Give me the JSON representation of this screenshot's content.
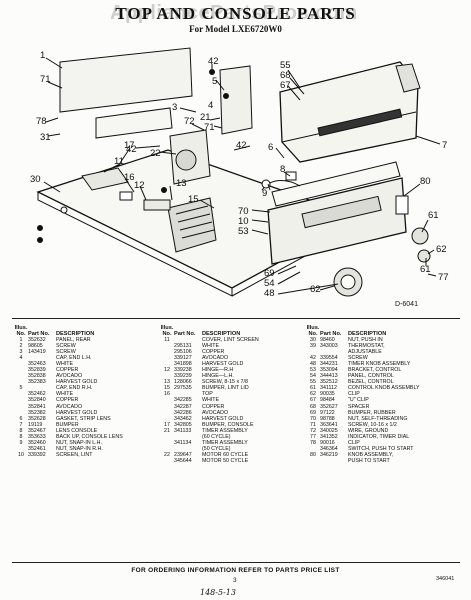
{
  "header": {
    "title": "TOP AND CONSOLE PARTS",
    "subtitle": "For Model LXE6720W0",
    "watermark": "AppliancePartsPros.com"
  },
  "diagram": {
    "code": "D-6041",
    "callouts": [
      {
        "label": "1"
      },
      {
        "label": "71"
      },
      {
        "label": "78"
      },
      {
        "label": "31"
      },
      {
        "label": "42"
      },
      {
        "label": "5"
      },
      {
        "label": "3"
      },
      {
        "label": "72"
      },
      {
        "label": "21"
      },
      {
        "label": "71"
      },
      {
        "label": "4"
      },
      {
        "label": "55"
      },
      {
        "label": "68"
      },
      {
        "label": "67"
      },
      {
        "label": "17"
      },
      {
        "label": "11"
      },
      {
        "label": "42"
      },
      {
        "label": "22"
      },
      {
        "label": "42"
      },
      {
        "label": "7"
      },
      {
        "label": "6"
      },
      {
        "label": "8"
      },
      {
        "label": "9"
      },
      {
        "label": "30"
      },
      {
        "label": "16"
      },
      {
        "label": "12"
      },
      {
        "label": "13"
      },
      {
        "label": "15"
      },
      {
        "label": "70"
      },
      {
        "label": "10"
      },
      {
        "label": "53"
      },
      {
        "label": "80"
      },
      {
        "label": "61"
      },
      {
        "label": "62"
      },
      {
        "label": "61"
      },
      {
        "label": "77"
      },
      {
        "label": "69"
      },
      {
        "label": "54"
      },
      {
        "label": "48"
      },
      {
        "label": "62"
      }
    ]
  },
  "parts_table": {
    "headers": {
      "ill": "Illus. No.",
      "part": "Part No.",
      "desc": "DESCRIPTION"
    },
    "columns": [
      [
        {
          "ill": "1",
          "part": "352632",
          "desc": "PANEL, REAR"
        },
        {
          "ill": "2",
          "part": "98605",
          "desc": "SCREW"
        },
        {
          "ill": "3",
          "part": "143419",
          "desc": "SCREW"
        },
        {
          "ill": "4",
          "part": "",
          "desc": "CAP, END L.H."
        },
        {
          "ill": "",
          "part": "352463",
          "desc": "WHITE"
        },
        {
          "ill": "",
          "part": "352839",
          "desc": "COPPER"
        },
        {
          "ill": "",
          "part": "352838",
          "desc": "AVOCADO"
        },
        {
          "ill": "",
          "part": "352383",
          "desc": "HARVEST GOLD"
        },
        {
          "ill": "5",
          "part": "",
          "desc": "CAP, END R.H."
        },
        {
          "ill": "",
          "part": "352462",
          "desc": "WHITE"
        },
        {
          "ill": "",
          "part": "352840",
          "desc": "COPPER"
        },
        {
          "ill": "",
          "part": "352841",
          "desc": "AVOCADO"
        },
        {
          "ill": "",
          "part": "352382",
          "desc": "HARVEST GOLD"
        },
        {
          "ill": "6",
          "part": "352628",
          "desc": "GASKET, STRIP LENS"
        },
        {
          "ill": "7",
          "part": "19119",
          "desc": "BUMPER"
        },
        {
          "ill": "8",
          "part": "352467",
          "desc": "LENS CONSOLE"
        },
        {
          "ill": "8",
          "part": "353633",
          "desc": "BACK UP, CONSOLE LENS"
        },
        {
          "ill": "9",
          "part": "352460",
          "desc": "NUT, SNAP-IN L.H."
        },
        {
          "ill": "",
          "part": "352461",
          "desc": "NUT, SNAP-IN R.H."
        },
        {
          "ill": "10",
          "part": "339392",
          "desc": "SCREEN, LINT"
        }
      ],
      [
        {
          "ill": "11",
          "part": "",
          "desc": "COVER, LINT SCREEN"
        },
        {
          "ill": "",
          "part": "295131",
          "desc": "WHITE"
        },
        {
          "ill": "",
          "part": "295106",
          "desc": "COPPER"
        },
        {
          "ill": "",
          "part": "339127",
          "desc": "AVOCADO"
        },
        {
          "ill": "",
          "part": "341898",
          "desc": "HARVEST GOLD"
        },
        {
          "ill": "12",
          "part": "339238",
          "desc": "HINGE—R.H"
        },
        {
          "ill": "",
          "part": "339239",
          "desc": "HINGE—L.H."
        },
        {
          "ill": "13",
          "part": "128066",
          "desc": "SCREW, 8-15 x 7/8"
        },
        {
          "ill": "15",
          "part": "297535",
          "desc": "BUMPER, LINT LID"
        },
        {
          "ill": "16",
          "part": "",
          "desc": "TOP"
        },
        {
          "ill": "",
          "part": "342285",
          "desc": "WHITE"
        },
        {
          "ill": "",
          "part": "342287",
          "desc": "COPPER"
        },
        {
          "ill": "",
          "part": "342286",
          "desc": "AVOCADO"
        },
        {
          "ill": "",
          "part": "343462",
          "desc": "HARVEST GOLD"
        },
        {
          "ill": "17",
          "part": "342805",
          "desc": "BUMPER, CONSOLE"
        },
        {
          "ill": "21",
          "part": "341133",
          "desc": "TIMER ASSEMBLY"
        },
        {
          "ill": "",
          "part": "",
          "desc": "(60 CYCLE)"
        },
        {
          "ill": "",
          "part": "341134",
          "desc": "TIMER ASSEMBLY"
        },
        {
          "ill": "",
          "part": "",
          "desc": "(50 CYCLE)"
        },
        {
          "ill": "22",
          "part": "239647",
          "desc": "MOTOR 60 CYCLE"
        },
        {
          "ill": "",
          "part": "345644",
          "desc": "MOTOR 50 CYCLE"
        }
      ],
      [
        {
          "ill": "30",
          "part": "98460",
          "desc": "NUT, PUSH IN"
        },
        {
          "ill": "39",
          "part": "343003",
          "desc": "THERMOSTAT,"
        },
        {
          "ill": "",
          "part": "",
          "desc": "ADJUSTABLE"
        },
        {
          "ill": "42",
          "part": "339554",
          "desc": "SCREW"
        },
        {
          "ill": "48",
          "part": "344231",
          "desc": "TIMER KNOB ASSEMBLY"
        },
        {
          "ill": "53",
          "part": "353094",
          "desc": "BRACKET, CONTROL"
        },
        {
          "ill": "54",
          "part": "344413",
          "desc": "PANEL, CONTROL"
        },
        {
          "ill": "55",
          "part": "352512",
          "desc": "BEZEL, CONTROL"
        },
        {
          "ill": "61",
          "part": "341112",
          "desc": "CONTROL KNOB ASSEMBLY"
        },
        {
          "ill": "62",
          "part": "90035",
          "desc": "CLIP"
        },
        {
          "ill": "67",
          "part": "98484",
          "desc": "\"U\" CLIP"
        },
        {
          "ill": "68",
          "part": "352627",
          "desc": "SPACER"
        },
        {
          "ill": "69",
          "part": "97122",
          "desc": "BUMPER, RUBBER"
        },
        {
          "ill": "70",
          "part": "98788",
          "desc": "NUT, SELF-THREADING"
        },
        {
          "ill": "71",
          "part": "363641",
          "desc": "SCREW, 10-16 x 1/2"
        },
        {
          "ill": "72",
          "part": "340025",
          "desc": "WIRE, GROUND"
        },
        {
          "ill": "77",
          "part": "341352",
          "desc": "INDICATOR, TIMER DIAL"
        },
        {
          "ill": "78",
          "part": "90016",
          "desc": "CLIP"
        },
        {
          "ill": "",
          "part": "346364",
          "desc": "SWITCH, PUSH TO START"
        },
        {
          "ill": "80",
          "part": "346219",
          "desc": "KNOB ASSEMBLY,"
        },
        {
          "ill": "",
          "part": "",
          "desc": "PUSH TO START"
        }
      ]
    ]
  },
  "footer": {
    "note": "FOR ORDERING INFORMATION REFER TO PARTS PRICE LIST",
    "page": "3",
    "handwritten": "148-5-13",
    "doc_code": "346041"
  }
}
